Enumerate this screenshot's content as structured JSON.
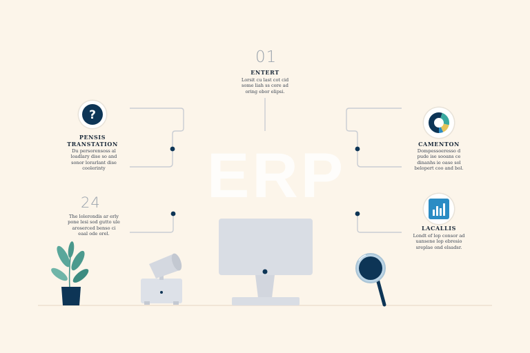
{
  "watermark": "ERP",
  "top_node": {
    "number": "01",
    "title": "ENTERT",
    "text": [
      "Lorsit cu last cot cid",
      "some liah ss core ad",
      "oring ebor elipsi."
    ]
  },
  "left_upper_node": {
    "title_line1": "PENSIS",
    "title_line2": "TRANSTATION",
    "text": [
      "Du persorensoss al",
      "loadlary dise so and",
      "sonor lorarlant dise",
      "coolerinty"
    ],
    "icon": "question-mark-icon"
  },
  "right_upper_node": {
    "title": "CAMENTON",
    "text": [
      "Dompessoeresso d",
      "pude ise sooans ce",
      "dinanhs ie oase sol",
      "belopert coo and bol."
    ],
    "icon": "donut-chart-icon"
  },
  "left_lower_node": {
    "number": "24",
    "text": [
      "The lolerondis ar erly",
      "pone lesi sod gutto ule",
      "aroserced benso ci",
      "eaal ode orel."
    ]
  },
  "right_lower_node": {
    "title": "LACALLIS",
    "text": [
      "Londt ef lop consor ad",
      "uansene lop ebresio",
      "sreplae ond elsadsr."
    ],
    "icon": "bar-chart-icon"
  },
  "colors": {
    "background": "#fcf5ea",
    "navy": "#0d3556",
    "teal": "#3aa9a0",
    "blue": "#2b8cc4",
    "line": "#c9cdd3",
    "device": "#d9dde4"
  }
}
